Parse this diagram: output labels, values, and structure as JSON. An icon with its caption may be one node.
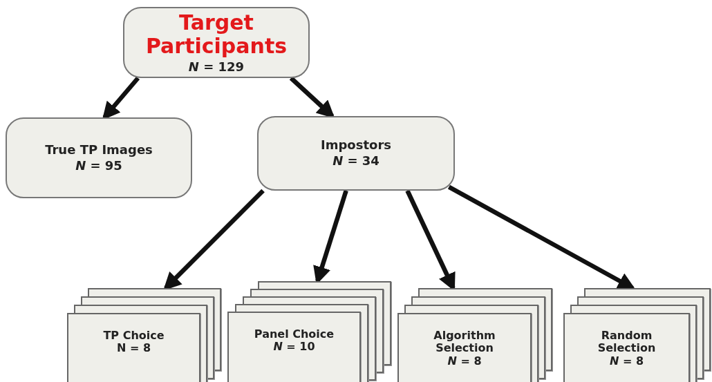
{
  "diagram": {
    "nodes": [
      {
        "text": [
          "Target Participants",
          "*N* = 129"
        ]
      },
      {
        "text": [
          "True TP Images",
          "*N* = 95"
        ]
      },
      {
        "text": [
          "Impostors",
          "*N* = 34"
        ]
      },
      {
        "text": [
          "TP Choice",
          "N = 8"
        ]
      },
      {
        "text": [
          "Panel Choice",
          "*N* = 10"
        ]
      },
      {
        "text": [
          "Algorithm Selection",
          "*N* = 8"
        ]
      },
      {
        "text": [
          "Random Selection",
          "*N* = 8"
        ]
      }
    ],
    "edges": [
      {
        "from": 0,
        "to": 1,
        "arrow": "to"
      },
      {
        "from": 0,
        "to": 2,
        "arrow": "to"
      },
      {
        "from": 2,
        "to": 3,
        "arrow": "to"
      },
      {
        "from": 2,
        "to": 4,
        "arrow": "to"
      },
      {
        "from": 2,
        "to": 5,
        "arrow": "to"
      },
      {
        "from": 2,
        "to": 6,
        "arrow": "to"
      }
    ]
  }
}
